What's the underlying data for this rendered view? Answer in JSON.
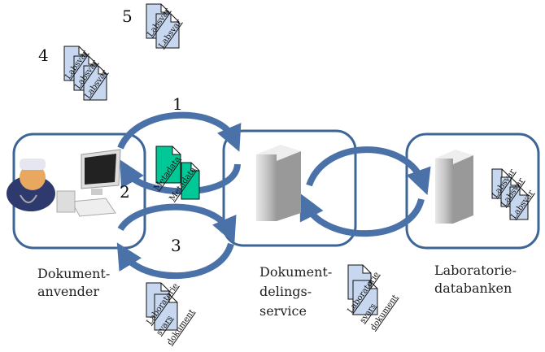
{
  "nodes": {
    "user": {
      "label": "Dokument-\nanvender"
    },
    "service": {
      "label": "Dokument-\ndelings-\nservice"
    },
    "lab": {
      "label": "Laboratorie-\ndatabanken"
    }
  },
  "steps": [
    "1",
    "2",
    "3",
    "4",
    "5"
  ],
  "documents": {
    "labsvar": "Labsvar",
    "metadata": "Metadata",
    "lab_doc": [
      "Laboratorie",
      "svars",
      "dokument"
    ]
  },
  "colors": {
    "box_border": "#3d6596",
    "arrow": "#4a72a8",
    "doc_fill": "#c6d7ef",
    "metadata_fill": "#00c896"
  }
}
